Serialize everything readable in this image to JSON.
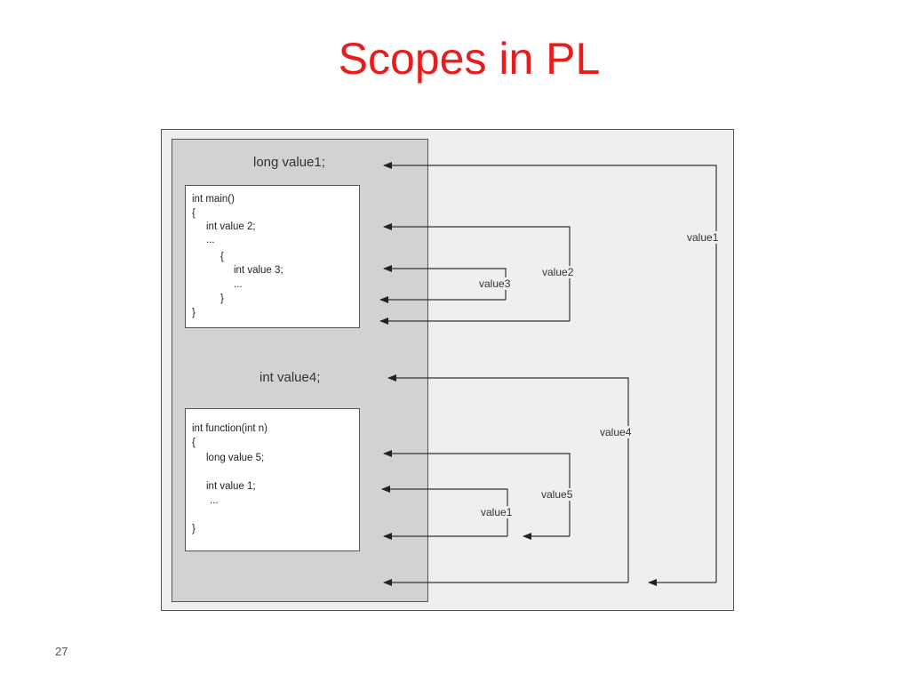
{
  "slide": {
    "title": "Scopes in PL",
    "page_number": "27"
  },
  "diagram": {
    "global_declaration": "long value1;",
    "main_box": {
      "lines": [
        "int main()",
        "{",
        "int value 2;",
        "...",
        "{",
        "int value 3;",
        "...",
        "}",
        "}"
      ]
    },
    "second_declaration": "int value4;",
    "function_box": {
      "lines": [
        "int function(int n)",
        "{",
        "long value 5;",
        "int value 1;",
        "...",
        "}"
      ]
    },
    "scope_labels": {
      "value1_outer": "value1",
      "value2": "value2",
      "value3": "value3",
      "value4": "value4",
      "value5": "value5",
      "value1_inner": "value1"
    }
  }
}
